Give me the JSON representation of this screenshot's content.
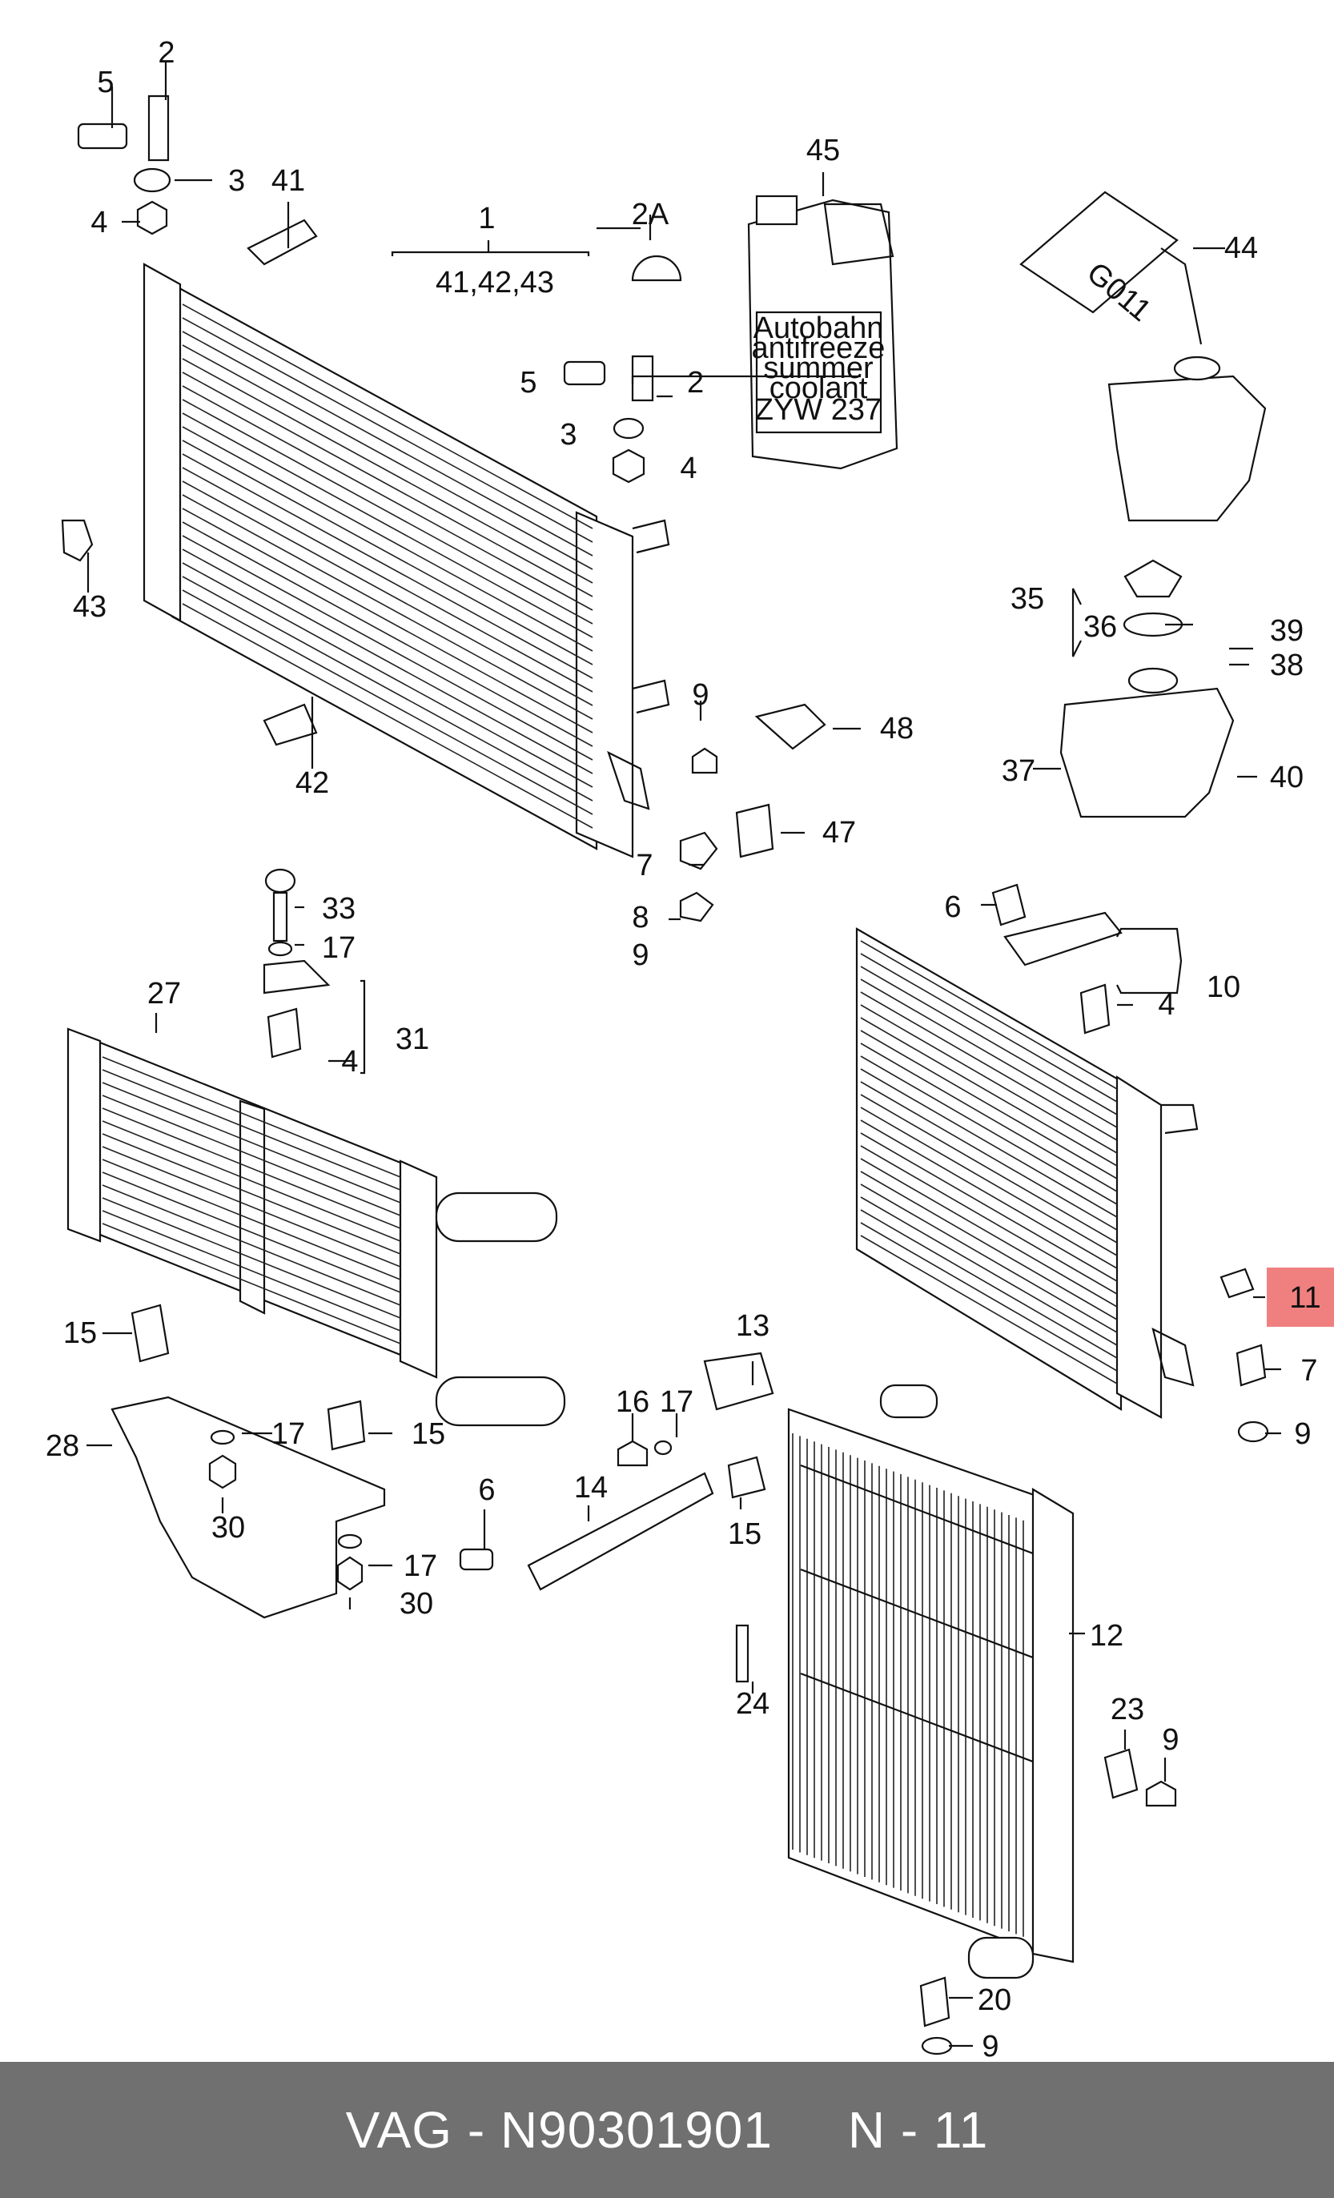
{
  "diagram": {
    "labels": [
      "1",
      "2",
      "2A",
      "3",
      "4",
      "5",
      "6",
      "7",
      "8",
      "9",
      "10",
      "11",
      "12",
      "13",
      "14",
      "15",
      "16",
      "17",
      "20",
      "23",
      "24",
      "27",
      "28",
      "30",
      "31",
      "33",
      "35",
      "36",
      "37",
      "38",
      "39",
      "40",
      "41",
      "41,42,43",
      "42",
      "43",
      "44",
      "45",
      "47",
      "48"
    ],
    "highlight_label": "11",
    "highlight_color": "#f08080",
    "bottle_text": [
      "Autobahn",
      "antifreeze",
      "summer",
      "coolant",
      "ZYW 237"
    ],
    "can_text": "G011"
  },
  "footer": {
    "brand": "VAG",
    "separator": "-",
    "part_number": "N90301901",
    "ref": "N - 11",
    "background": "#707070"
  }
}
